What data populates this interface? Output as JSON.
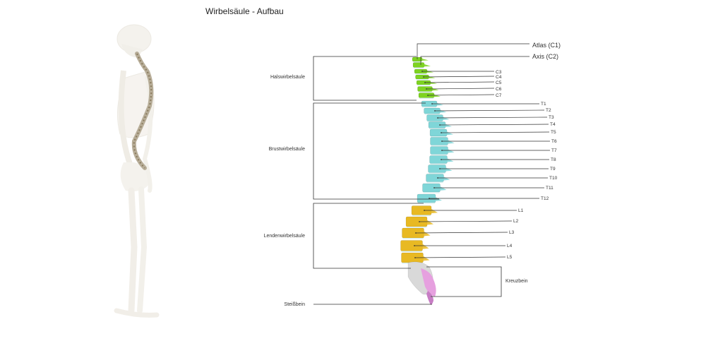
{
  "title": "Wirbelsäule - Aufbau",
  "regions": {
    "cervical": "Halswirbelsäule",
    "thoracic": "Brustwirbelsäule",
    "lumbar": "Lendenwirbelsäule",
    "sacrum": "Kreuzbein",
    "coccyx": "Steißbein"
  },
  "vertebrae": {
    "atlas": "Atlas (C1)",
    "axis": "Axis (C2)",
    "cervical": [
      "C3",
      "C4",
      "C5",
      "C6",
      "C7"
    ],
    "thoracic": [
      "T1",
      "T2",
      "T3",
      "T4",
      "T5",
      "T6",
      "T7",
      "T8",
      "T9",
      "T10",
      "T11",
      "T12"
    ],
    "lumbar": [
      "L1",
      "L2",
      "L3",
      "L4",
      "L5"
    ]
  },
  "colors": {
    "cervical": "#7ed321",
    "thoracic": "#7fd6d8",
    "lumbar": "#e8b923",
    "sacrum": "#e6a0df",
    "coccyx": "#c77dc4",
    "bone": "#ece8e0",
    "line": "#333333"
  }
}
